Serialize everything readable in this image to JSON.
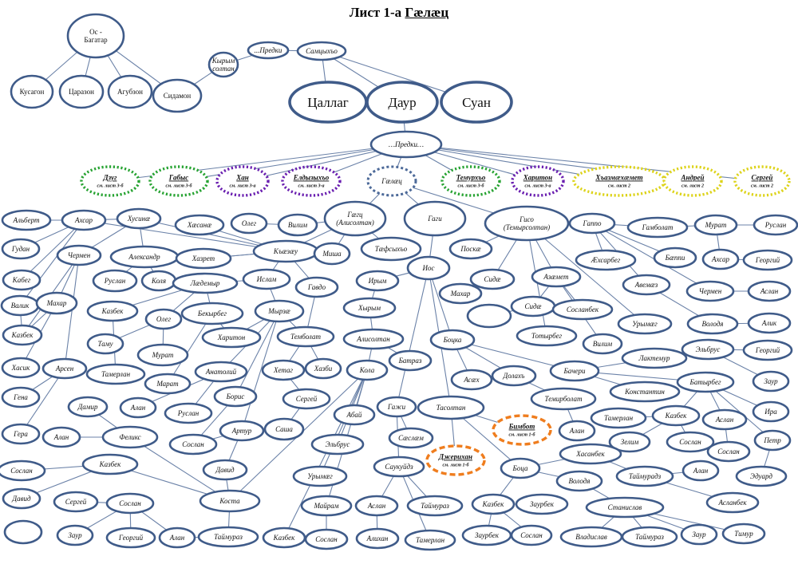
{
  "title": {
    "prefix": "Лист 1-а ",
    "name": "Гæлæц"
  },
  "colors": {
    "node_stroke": "#3f5b89",
    "edge": "#6b82a8",
    "green": "#27a332",
    "purple": "#6a1fb0",
    "yellow": "#ddd31a",
    "orange": "#ef7d1e"
  },
  "nodes": [
    {
      "id": "os",
      "lines": [
        "Ос -",
        "Багатар"
      ],
      "style": "upright"
    },
    {
      "id": "kusagon",
      "lines": [
        "Кусагон"
      ],
      "style": "upright"
    },
    {
      "id": "tsarazon",
      "lines": [
        "Царазон"
      ],
      "style": "upright"
    },
    {
      "id": "agubzon",
      "lines": [
        "Агубзон"
      ],
      "style": "upright"
    },
    {
      "id": "sidamon",
      "lines": [
        "Сидамон"
      ],
      "style": "upright"
    },
    {
      "id": "kyrym",
      "lines": [
        "Кырым",
        "солтан"
      ]
    },
    {
      "id": "predki_top",
      "lines": [
        "...Предки"
      ]
    },
    {
      "id": "samtsykhho",
      "lines": [
        "Самцыхъо"
      ]
    },
    {
      "id": "tsallag",
      "lines": [
        "Цаллаг"
      ],
      "style": "big"
    },
    {
      "id": "daur",
      "lines": [
        "Даур"
      ],
      "style": "big"
    },
    {
      "id": "suan",
      "lines": [
        "Суан"
      ],
      "style": "big"
    },
    {
      "id": "predki",
      "lines": [
        "…Предки…"
      ]
    },
    {
      "id": "dzug",
      "lines": [
        "Дзуг",
        "см. лист 3-б"
      ],
      "style": "sub dot-green"
    },
    {
      "id": "gabys",
      "lines": [
        "Габыс",
        "см. лист 3-б"
      ],
      "style": "sub dot-green"
    },
    {
      "id": "khan",
      "lines": [
        "Хан",
        "см. лист 3-а"
      ],
      "style": "sub dot-purple"
    },
    {
      "id": "eldyz",
      "lines": [
        "Елдызыхъо",
        "см. лист 3-а"
      ],
      "style": "sub dot-purple"
    },
    {
      "id": "galats",
      "lines": [
        "Гæлæц"
      ],
      "style": "dot-blue"
    },
    {
      "id": "temurkho",
      "lines": [
        "Темурхъо",
        "см. лист 3-б"
      ],
      "style": "sub dot-green"
    },
    {
      "id": "khariton_top",
      "lines": [
        "Харитон",
        "см. лист 3-а"
      ],
      "style": "sub dot-purple"
    },
    {
      "id": "khazmakhamet",
      "lines": [
        "Хъазмæхæмет",
        "см. лист 2"
      ],
      "style": "sub dot-yellow"
    },
    {
      "id": "andrey",
      "lines": [
        "Андрей",
        "см. лист 2"
      ],
      "style": "sub dot-yellow"
    },
    {
      "id": "sergey_top",
      "lines": [
        "Сергей",
        "см. лист 2"
      ],
      "style": "sub dot-yellow"
    },
    {
      "id": "albert",
      "lines": [
        "Альберт"
      ]
    },
    {
      "id": "akhsar1",
      "lines": [
        "Ахсар"
      ]
    },
    {
      "id": "khusinae",
      "lines": [
        "Хусинæ"
      ]
    },
    {
      "id": "khasanae",
      "lines": [
        "Хæсанæ"
      ]
    },
    {
      "id": "oleg1",
      "lines": [
        "Олег"
      ]
    },
    {
      "id": "vilim1",
      "lines": [
        "Вилим"
      ]
    },
    {
      "id": "gagts",
      "lines": [
        "Гæгц",
        "(Алисолтан)"
      ]
    },
    {
      "id": "gagi",
      "lines": [
        "Гаги"
      ]
    },
    {
      "id": "giso",
      "lines": [
        "Гисо",
        "(Темырсолтан)"
      ]
    },
    {
      "id": "gappo",
      "lines": [
        "Гаппо"
      ]
    },
    {
      "id": "gambolat",
      "lines": [
        "Гамболат"
      ]
    },
    {
      "id": "murat1",
      "lines": [
        "Мурат"
      ]
    },
    {
      "id": "ruslan1",
      "lines": [
        "Руслан"
      ]
    },
    {
      "id": "gudan",
      "lines": [
        "Гудан"
      ]
    },
    {
      "id": "chermen1",
      "lines": [
        "Чермен"
      ]
    },
    {
      "id": "aleksandr",
      "lines": [
        "Александр"
      ]
    },
    {
      "id": "khazret",
      "lines": [
        "Хазрет"
      ]
    },
    {
      "id": "kaztsay",
      "lines": [
        "Къæзæу"
      ]
    },
    {
      "id": "misha",
      "lines": [
        "Миша"
      ]
    },
    {
      "id": "tafsykho",
      "lines": [
        "Тæфсыхъо"
      ]
    },
    {
      "id": "poskae",
      "lines": [
        "Поскæ"
      ]
    },
    {
      "id": "akhsarbeg",
      "lines": [
        "Æхсарбег"
      ]
    },
    {
      "id": "bappi",
      "lines": [
        "Бæппи"
      ]
    },
    {
      "id": "akhsar2",
      "lines": [
        "Ахсар"
      ]
    },
    {
      "id": "georgiy1",
      "lines": [
        "Георгий"
      ]
    },
    {
      "id": "kabeg",
      "lines": [
        "Кабег"
      ]
    },
    {
      "id": "ruslan2",
      "lines": [
        "Руслан"
      ]
    },
    {
      "id": "kolya",
      "lines": [
        "Коля"
      ]
    },
    {
      "id": "lademyr",
      "lines": [
        "Лæдемыр"
      ]
    },
    {
      "id": "islam",
      "lines": [
        "Ислам"
      ]
    },
    {
      "id": "gavdo",
      "lines": [
        "Гавдо"
      ]
    },
    {
      "id": "irym",
      "lines": [
        "Ирым"
      ]
    },
    {
      "id": "ios",
      "lines": [
        "Иос"
      ]
    },
    {
      "id": "sidae1",
      "lines": [
        "Сидæ"
      ]
    },
    {
      "id": "azamet",
      "lines": [
        "Азæмет"
      ]
    },
    {
      "id": "avemaz",
      "lines": [
        "Авемæз"
      ]
    },
    {
      "id": "chermen2",
      "lines": [
        "Чермен"
      ]
    },
    {
      "id": "aslan1",
      "lines": [
        "Аслан"
      ]
    },
    {
      "id": "valik",
      "lines": [
        "Валик"
      ]
    },
    {
      "id": "makhar1",
      "lines": [
        "Махар"
      ]
    },
    {
      "id": "kazbek1",
      "lines": [
        "Казбек"
      ]
    },
    {
      "id": "bekyrbeg",
      "lines": [
        "Бекырбег"
      ]
    },
    {
      "id": "myrzae",
      "lines": [
        "Мырзæ"
      ]
    },
    {
      "id": "khyrym",
      "lines": [
        "Хырым"
      ]
    },
    {
      "id": "makhar2",
      "lines": [
        "Махар"
      ]
    },
    {
      "id": "empty1",
      "lines": [
        ""
      ]
    },
    {
      "id": "sidae2",
      "lines": [
        "Сидæ"
      ]
    },
    {
      "id": "soslanbek1",
      "lines": [
        "Сосланбек"
      ]
    },
    {
      "id": "urymaeg1",
      "lines": [
        "Урымæг"
      ]
    },
    {
      "id": "volodya1",
      "lines": [
        "Володя"
      ]
    },
    {
      "id": "alik",
      "lines": [
        "Алик"
      ]
    },
    {
      "id": "kazbek2",
      "lines": [
        "Казбек"
      ]
    },
    {
      "id": "oleg2",
      "lines": [
        "Олег"
      ]
    },
    {
      "id": "tamu",
      "lines": [
        "Таму"
      ]
    },
    {
      "id": "khariton2",
      "lines": [
        "Харитон"
      ]
    },
    {
      "id": "tembolat1",
      "lines": [
        "Темболат"
      ]
    },
    {
      "id": "alisoltan",
      "lines": [
        "Алисолтан"
      ]
    },
    {
      "id": "botsiko",
      "lines": [
        "Боцка"
      ]
    },
    {
      "id": "totyrbeg",
      "lines": [
        "Тотырбег"
      ]
    },
    {
      "id": "vilim2",
      "lines": [
        "Вилим"
      ]
    },
    {
      "id": "laktemur",
      "lines": [
        "Лактемур"
      ]
    },
    {
      "id": "elbrus1",
      "lines": [
        "Эльбрус"
      ]
    },
    {
      "id": "georgiy2",
      "lines": [
        "Георгий"
      ]
    },
    {
      "id": "khasik",
      "lines": [
        "Хасик"
      ]
    },
    {
      "id": "arsen",
      "lines": [
        "Арсен"
      ]
    },
    {
      "id": "murat2",
      "lines": [
        "Мурат"
      ]
    },
    {
      "id": "tamerlan1",
      "lines": [
        "Тамерлан"
      ]
    },
    {
      "id": "anatoliy",
      "lines": [
        "Анатолий"
      ]
    },
    {
      "id": "khetag",
      "lines": [
        "Хетаг"
      ]
    },
    {
      "id": "khazbi",
      "lines": [
        "Хазби"
      ]
    },
    {
      "id": "kola",
      "lines": [
        "Кола"
      ]
    },
    {
      "id": "batraz",
      "lines": [
        "Батраз"
      ]
    },
    {
      "id": "asakh",
      "lines": [
        "Асæх"
      ]
    },
    {
      "id": "dolakh",
      "lines": [
        "Долахъ"
      ]
    },
    {
      "id": "bacheri",
      "lines": [
        "Бачери"
      ]
    },
    {
      "id": "zaur1",
      "lines": [
        "Заур"
      ]
    },
    {
      "id": "gena",
      "lines": [
        "Гена"
      ]
    },
    {
      "id": "marat",
      "lines": [
        "Марат"
      ]
    },
    {
      "id": "alan1",
      "lines": [
        "Алан"
      ]
    },
    {
      "id": "boris",
      "lines": [
        "Борис"
      ]
    },
    {
      "id": "sergey1",
      "lines": [
        "Сергей"
      ]
    },
    {
      "id": "temirbolat",
      "lines": [
        "Темирболат"
      ]
    },
    {
      "id": "konstantin",
      "lines": [
        "Константин"
      ]
    },
    {
      "id": "batyrbeg",
      "lines": [
        "Батырбег"
      ]
    },
    {
      "id": "dzamir",
      "lines": [
        "Дамир"
      ]
    },
    {
      "id": "ruslan3",
      "lines": [
        "Руслан"
      ]
    },
    {
      "id": "gazhi",
      "lines": [
        "Гажи"
      ]
    },
    {
      "id": "tasoltan",
      "lines": [
        "Тасолтан"
      ]
    },
    {
      "id": "aslan2",
      "lines": [
        "Аслан"
      ]
    },
    {
      "id": "ira",
      "lines": [
        "Ира"
      ]
    },
    {
      "id": "gera",
      "lines": [
        "Гера"
      ]
    },
    {
      "id": "alan2",
      "lines": [
        "Алан"
      ]
    },
    {
      "id": "feliks",
      "lines": [
        "Феликс"
      ]
    },
    {
      "id": "artur",
      "lines": [
        "Артур"
      ]
    },
    {
      "id": "sasha",
      "lines": [
        "Саша"
      ]
    },
    {
      "id": "abay",
      "lines": [
        "Абай"
      ]
    },
    {
      "id": "soslan1",
      "lines": [
        "Сослан"
      ]
    },
    {
      "id": "bimbot",
      "lines": [
        "Бимбот",
        "см. лист 1-б"
      ],
      "style": "sub dot-orange"
    },
    {
      "id": "tamerlan2",
      "lines": [
        "Тамерлан"
      ]
    },
    {
      "id": "kazbek3",
      "lines": [
        "Казбек"
      ]
    },
    {
      "id": "alan3",
      "lines": [
        "Алан"
      ]
    },
    {
      "id": "soslan2",
      "lines": [
        "Сослан"
      ]
    },
    {
      "id": "petr",
      "lines": [
        "Петр"
      ]
    },
    {
      "id": "zelim",
      "lines": [
        "Зелим"
      ]
    },
    {
      "id": "soslan3",
      "lines": [
        "Сослан"
      ]
    },
    {
      "id": "elbrus2",
      "lines": [
        "Эльбрус"
      ]
    },
    {
      "id": "saslam",
      "lines": [
        "Сæслæм"
      ]
    },
    {
      "id": "soslan4",
      "lines": [
        "Сослан"
      ]
    },
    {
      "id": "kazbek4",
      "lines": [
        "Казбек"
      ]
    },
    {
      "id": "david1",
      "lines": [
        "Давид"
      ]
    },
    {
      "id": "dzherikhan",
      "lines": [
        "Джерихан",
        "см. лист 1-б"
      ],
      "style": "sub dot-orange"
    },
    {
      "id": "botsa",
      "lines": [
        "Боца"
      ]
    },
    {
      "id": "khasanbek",
      "lines": [
        "Хасанбек"
      ]
    },
    {
      "id": "saukuydz",
      "lines": [
        "Саукуйдз"
      ]
    },
    {
      "id": "alan4",
      "lines": [
        "Алан"
      ]
    },
    {
      "id": "taymuraz1",
      "lines": [
        "Таймурадз"
      ]
    },
    {
      "id": "eduard",
      "lines": [
        "Эдуард"
      ]
    },
    {
      "id": "david2",
      "lines": [
        "Давид"
      ]
    },
    {
      "id": "sergey2",
      "lines": [
        "Сергей"
      ]
    },
    {
      "id": "soslan5",
      "lines": [
        "Сослан"
      ]
    },
    {
      "id": "kosta",
      "lines": [
        "Коста"
      ]
    },
    {
      "id": "urymaeg2",
      "lines": [
        "Урымæг"
      ]
    },
    {
      "id": "volodya2",
      "lines": [
        "Володя"
      ]
    },
    {
      "id": "aslanbek",
      "lines": [
        "Асланбек"
      ]
    },
    {
      "id": "mayram",
      "lines": [
        "Майрам"
      ]
    },
    {
      "id": "aslan3",
      "lines": [
        "Аслан"
      ]
    },
    {
      "id": "taymuraz2",
      "lines": [
        "Таймураз"
      ]
    },
    {
      "id": "kazbek5",
      "lines": [
        "Казбек"
      ]
    },
    {
      "id": "zaurbek1",
      "lines": [
        "Заурбек"
      ]
    },
    {
      "id": "stanislav",
      "lines": [
        "Станислав"
      ]
    },
    {
      "id": "empty2",
      "lines": [
        ""
      ]
    },
    {
      "id": "zaur2",
      "lines": [
        "Заур"
      ]
    },
    {
      "id": "georgiy3",
      "lines": [
        "Георгий"
      ]
    },
    {
      "id": "alan5",
      "lines": [
        "Алан"
      ]
    },
    {
      "id": "taymuraz3",
      "lines": [
        "Таймураз"
      ]
    },
    {
      "id": "kazbek6",
      "lines": [
        "Казбек"
      ]
    },
    {
      "id": "soslan6",
      "lines": [
        "Сослан"
      ]
    },
    {
      "id": "alikhan",
      "lines": [
        "Алихан"
      ]
    },
    {
      "id": "tamerlan3",
      "lines": [
        "Тамерлан"
      ]
    },
    {
      "id": "zaurbek2",
      "lines": [
        "Заурбек"
      ]
    },
    {
      "id": "soslan7",
      "lines": [
        "Сослан"
      ]
    },
    {
      "id": "vladislav",
      "lines": [
        "Владислав"
      ]
    },
    {
      "id": "taymuraz4",
      "lines": [
        "Таймураз"
      ]
    },
    {
      "id": "zaur3",
      "lines": [
        "Заур"
      ]
    },
    {
      "id": "timur",
      "lines": [
        "Тимур"
      ]
    }
  ]
}
